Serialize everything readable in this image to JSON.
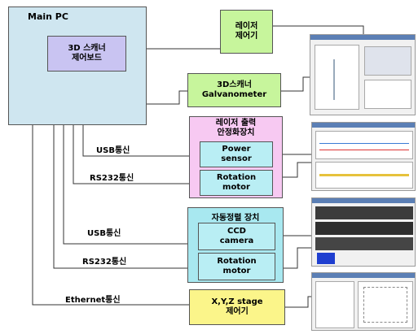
{
  "main_pc": {
    "title": "Main PC"
  },
  "scanner_board": {
    "label": "3D 스캐너\n제어보드"
  },
  "laser_controller": {
    "label": "레이저\n제어기"
  },
  "galvanometer": {
    "label": "3D스캐너\nGalvanometer"
  },
  "stabilizer_group": {
    "title": "레이저 출력\n안정화장치",
    "power_sensor": "Power\nsensor",
    "rotation_motor": "Rotation\nmotor"
  },
  "alignment_group": {
    "title": "자동정렬 장치",
    "ccd_camera": "CCD\ncamera",
    "rotation_motor": "Rotation\nmotor"
  },
  "stage_controller": {
    "label": "X,Y,Z stage\n제어기"
  },
  "connections": {
    "usb_1": "USB통신",
    "rs232_1": "RS232통신",
    "usb_2": "USB통신",
    "rs232_2": "RS232통신",
    "ethernet": "Ethernet통신"
  },
  "colors": {
    "main_pc": "#cfe6f0",
    "scanner_board": "#c9c4f2",
    "green_box": "#c7f59c",
    "pink_group": "#f7c9f2",
    "cyan_group": "#a8e8f0",
    "sub_box": "#b9eef4",
    "yellow_box": "#fbf58a"
  }
}
